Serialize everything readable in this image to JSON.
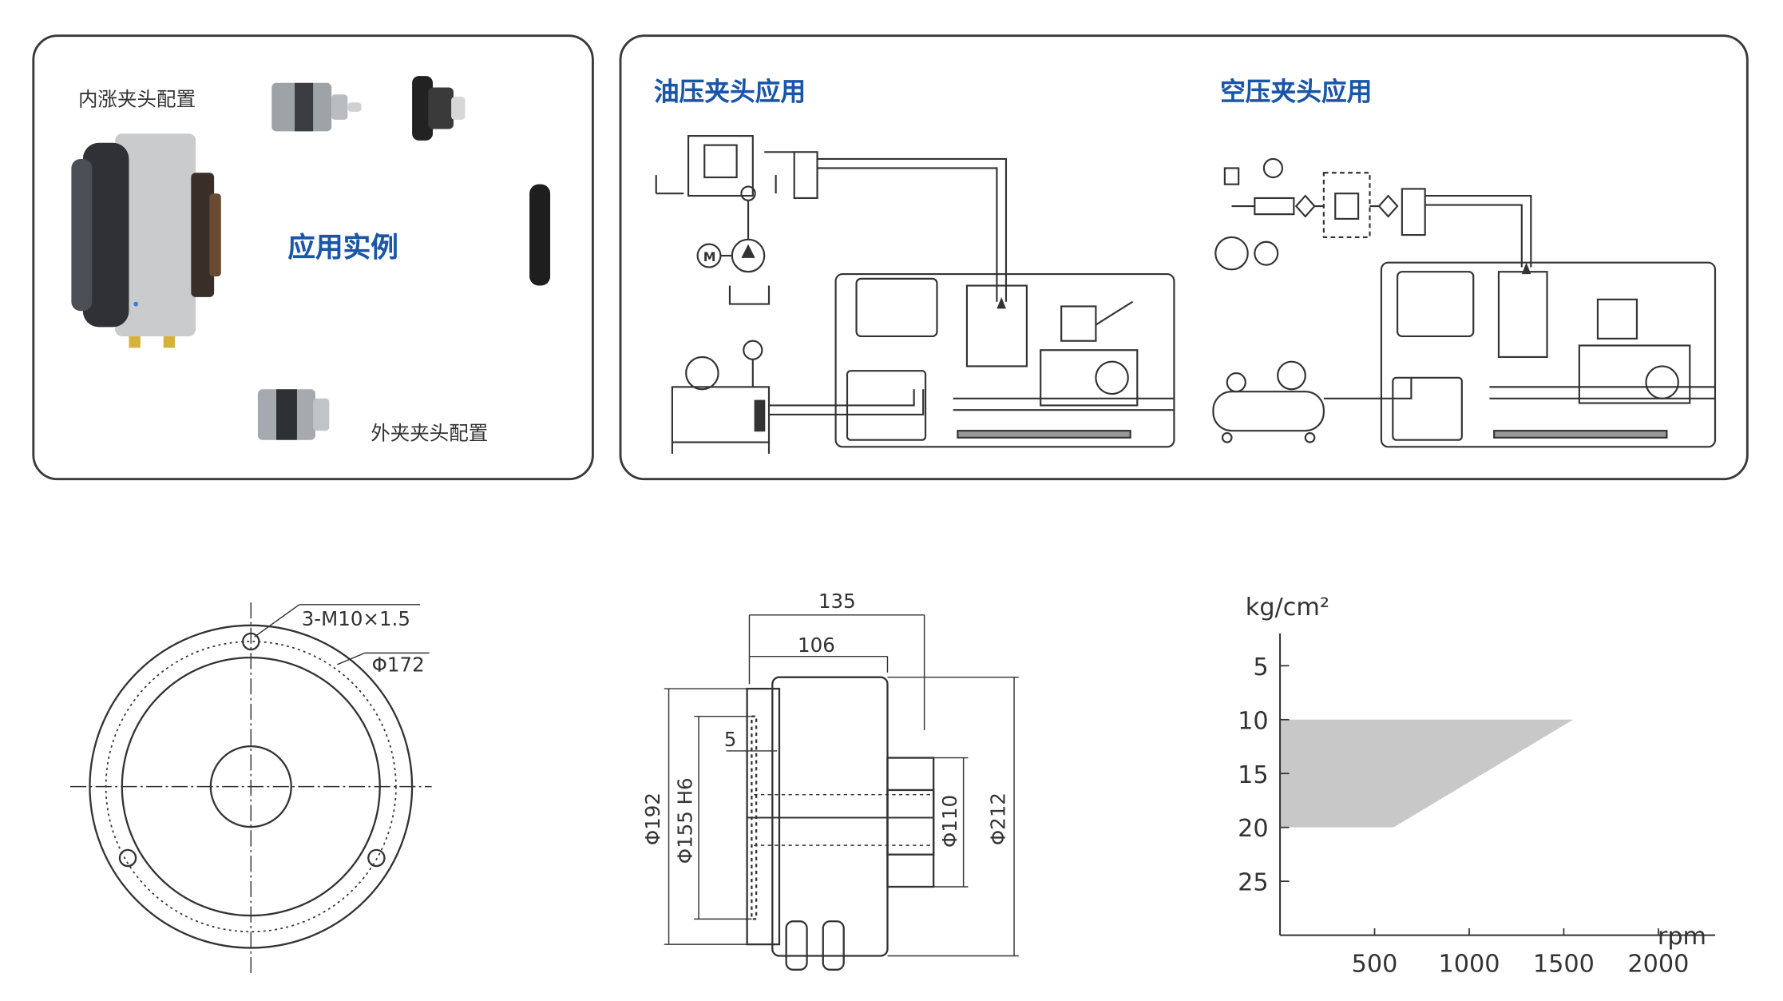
{
  "left_panel": {
    "inner_config_label": "内涨夹头配置",
    "title": "应用实例",
    "outer_config_label": "外夹夹头配置"
  },
  "right_panel": {
    "hydraulic_title": "油压夹头应用",
    "pneumatic_title": "空压夹头应用",
    "motor_symbol": "M"
  },
  "front_view": {
    "thread_label": "3-M10×1.5",
    "pcd_label": "Φ172"
  },
  "side_view": {
    "dim_total": "135",
    "dim_body": "106",
    "dim_lip": "5",
    "dia_outer": "Φ192",
    "dia_bore": "Φ155 H6",
    "dia_shaft": "Φ110",
    "dia_flange": "Φ212"
  },
  "chart_data": {
    "type": "area",
    "ylabel": "kg/cm²",
    "xlabel": "rpm",
    "y_ticks": [
      "5",
      "10",
      "15",
      "20",
      "25"
    ],
    "x_ticks": [
      "500",
      "1000",
      "1500",
      "2000"
    ],
    "y_reversed": true,
    "xlim": [
      0,
      2300
    ],
    "ylim": [
      2,
      30
    ],
    "region": [
      {
        "x": 0,
        "y": 10
      },
      {
        "x": 1550,
        "y": 10
      },
      {
        "x": 600,
        "y": 20
      },
      {
        "x": 0,
        "y": 20
      }
    ],
    "fill_color": "#c8c8c8"
  }
}
